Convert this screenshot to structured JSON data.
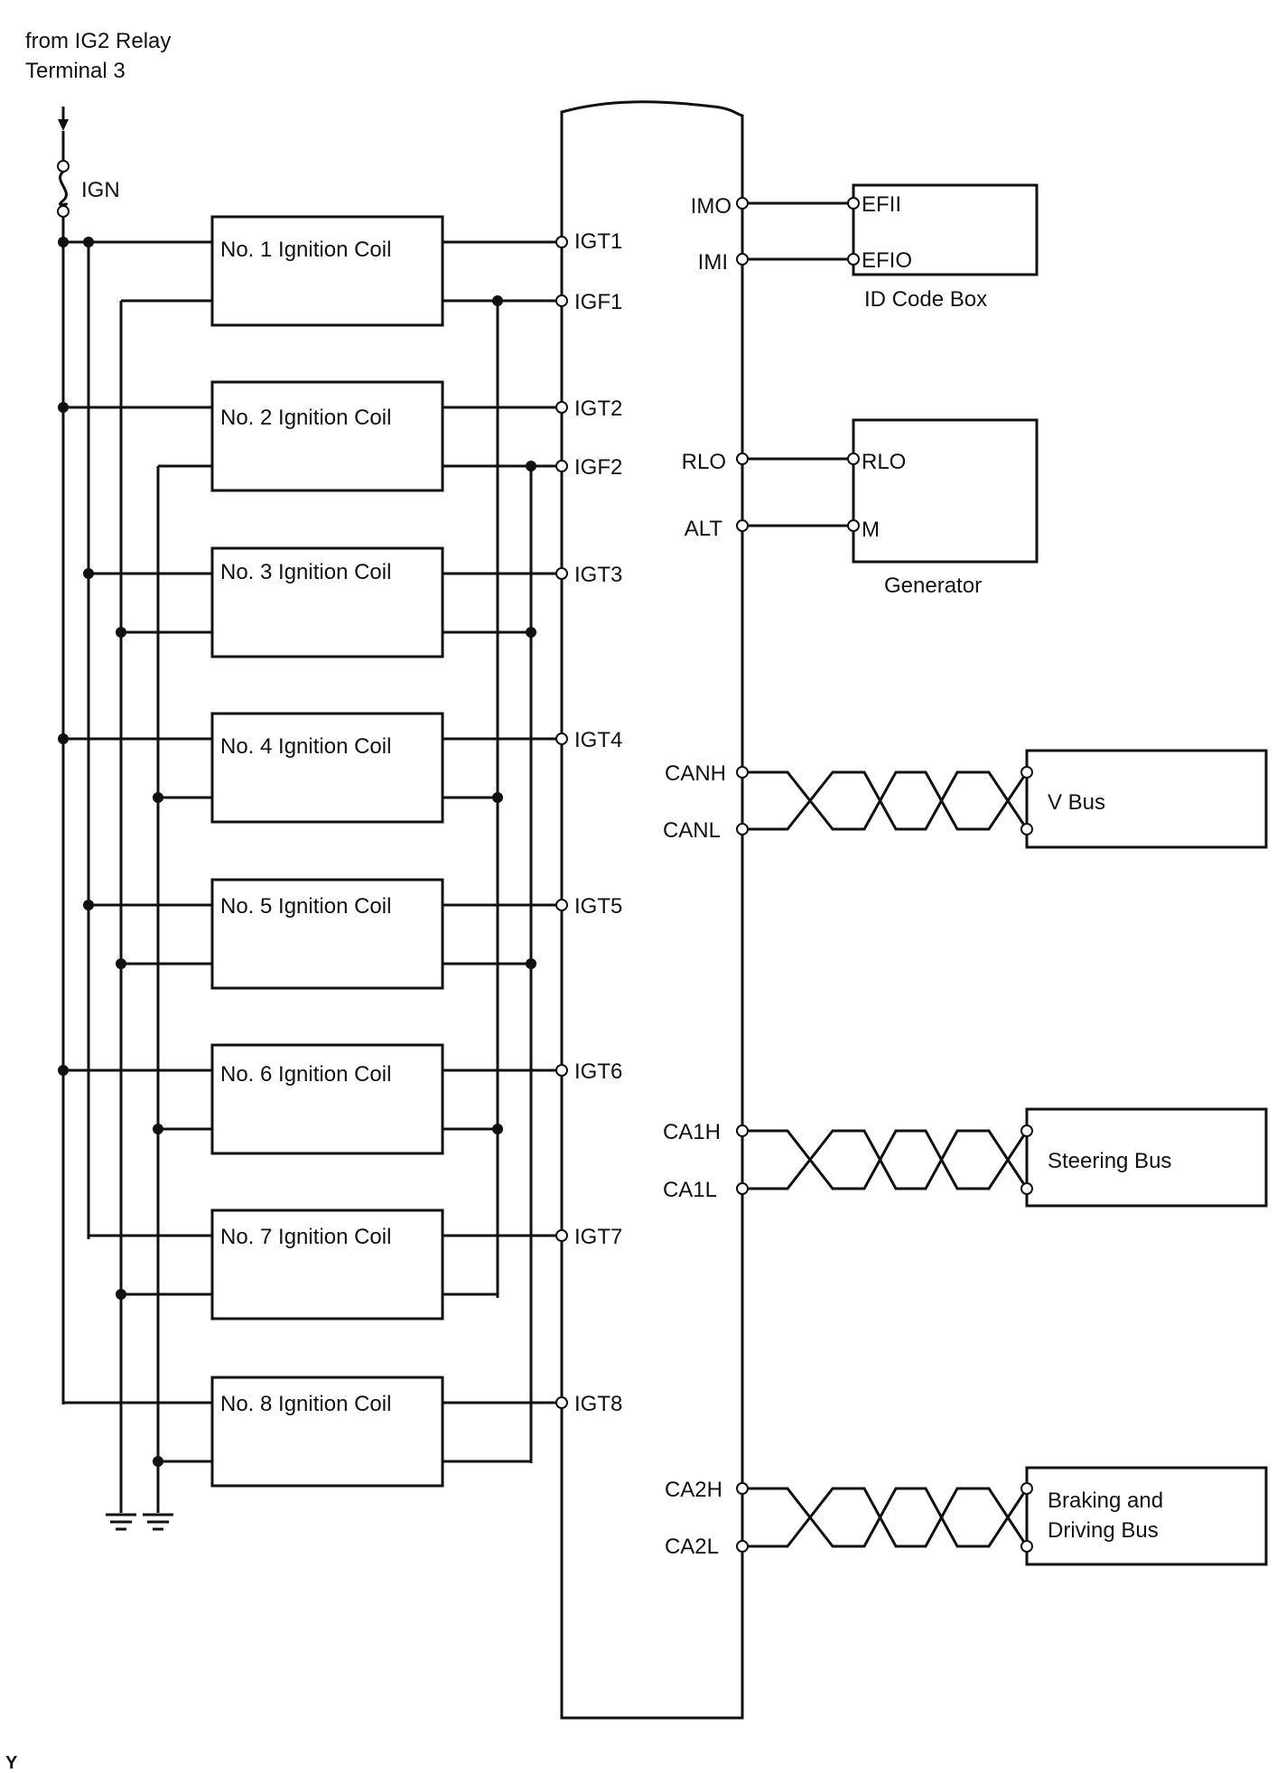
{
  "source": {
    "line1": "from IG2 Relay",
    "line2": "Terminal 3"
  },
  "fuse": {
    "label": "IGN"
  },
  "coils": [
    {
      "label": "No. 1 Ignition Coil",
      "igt": "IGT1",
      "igf": "IGF1"
    },
    {
      "label": "No. 2 Ignition Coil",
      "igt": "IGT2",
      "igf": "IGF2"
    },
    {
      "label": "No. 3 Ignition Coil",
      "igt": "IGT3"
    },
    {
      "label": "No. 4 Ignition Coil",
      "igt": "IGT4"
    },
    {
      "label": "No. 5 Ignition Coil",
      "igt": "IGT5"
    },
    {
      "label": "No. 6 Ignition Coil",
      "igt": "IGT6"
    },
    {
      "label": "No. 7 Ignition Coil",
      "igt": "IGT7"
    },
    {
      "label": "No. 8 Ignition Coil",
      "igt": "IGT8"
    }
  ],
  "id_code_box": {
    "title": "ID Code Box",
    "ecm_pins": [
      "IMO",
      "IMI"
    ],
    "pins": [
      "EFII",
      "EFIO"
    ]
  },
  "generator": {
    "title": "Generator",
    "ecm_pins": [
      "RLO",
      "ALT"
    ],
    "pins": [
      "RLO",
      "M"
    ]
  },
  "buses": [
    {
      "label_lines": [
        "V Bus"
      ],
      "high": "CANH",
      "low": "CANL"
    },
    {
      "label_lines": [
        "Steering Bus"
      ],
      "high": "CA1H",
      "low": "CA1L"
    },
    {
      "label_lines": [
        "Braking and",
        "Driving Bus"
      ],
      "high": "CA2H",
      "low": "CA2L"
    }
  ],
  "corner_mark": "Y"
}
